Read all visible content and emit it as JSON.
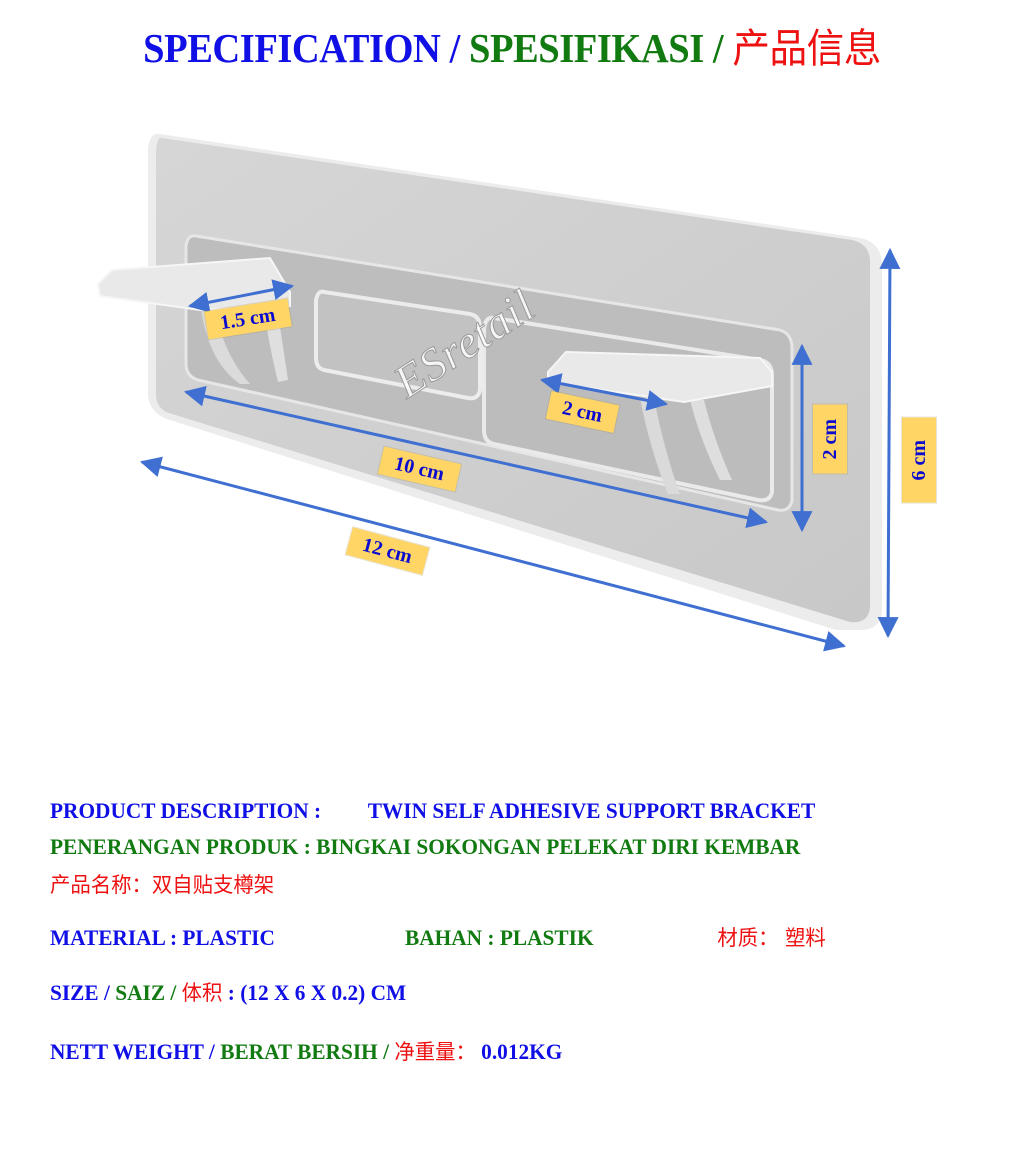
{
  "header": {
    "title_en": "SPECIFICATION",
    "sep1": " / ",
    "title_ms": "SPESIFIKASI",
    "sep2": " / ",
    "title_zh": "产品信息"
  },
  "diagram": {
    "watermark": "ESretail",
    "dimensions": {
      "shelf_depth": "1.5 cm",
      "shelf_width": "2 cm",
      "inner_length": "10 cm",
      "total_length": "12 cm",
      "inner_height": "2 cm",
      "total_height": "6 cm"
    },
    "colors": {
      "panel": "#cfcfcf",
      "arrow": "#3f6fd1",
      "label_bg": "#ffd666",
      "label_text": "#0b0bd0"
    }
  },
  "specs": {
    "description_en": {
      "label": "PRODUCT DESCRIPTION :",
      "value": "TWIN SELF ADHESIVE SUPPORT BRACKET"
    },
    "description_ms": {
      "label": "PENERANGAN PRODUK : ",
      "value": "BINGKAI SOKONGAN PELEKAT DIRI KEMBAR"
    },
    "description_zh": {
      "label": "产品名称：",
      "value": "双自贴支樽架"
    },
    "material": {
      "en": "MATERIAL : PLASTIC",
      "ms": "BAHAN : PLASTIK",
      "zh": "材质： 塑料"
    },
    "size": {
      "en": "SIZE / ",
      "ms": "SAIZ / ",
      "zh": "体积",
      "value": " : (12 X 6 X 0.2) CM"
    },
    "weight": {
      "en": "NETT WEIGHT / ",
      "ms": "BERAT BERSIH / ",
      "zh": "净重量：",
      "value": " 0.012KG"
    }
  },
  "text_colors": {
    "english": "#1010e6",
    "malay": "#117a11",
    "chinese": "#ee1111"
  }
}
